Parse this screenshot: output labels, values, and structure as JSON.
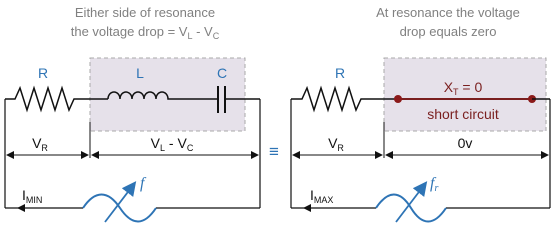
{
  "left_circuit": {
    "caption_line1": "Either side of resonance",
    "caption_line2_prefix": "the voltage drop = V",
    "caption_line2_sub1": "L",
    "caption_line2_mid": " - V",
    "caption_line2_sub2": "C",
    "resistor_label": "R",
    "inductor_label": "L",
    "capacitor_label": "C",
    "vr_main": "V",
    "vr_sub": "R",
    "vlc_main1": "V",
    "vlc_sub1": "L",
    "vlc_mid": " - V",
    "vlc_sub2": "C",
    "current_main": "I",
    "current_sub": "MIN",
    "freq_symbol": "f"
  },
  "equivalence_symbol": "≡",
  "right_circuit": {
    "caption_line1": "At resonance the voltage",
    "caption_line2": "drop equals zero",
    "resistor_label": "R",
    "xt_main": "X",
    "xt_sub": "T",
    "xt_value": " = 0",
    "short_label": "short circuit",
    "vr_main": "V",
    "vr_sub": "R",
    "zero_voltage": "0v",
    "current_main": "I",
    "current_sub": "MAX",
    "freq_symbol": "f",
    "freq_sub": "r"
  },
  "colors": {
    "label_blue": "#2e74b5",
    "caption_gray": "#808080",
    "box_fill": "#e6e1ea",
    "short_red": "#7a1f1f"
  }
}
